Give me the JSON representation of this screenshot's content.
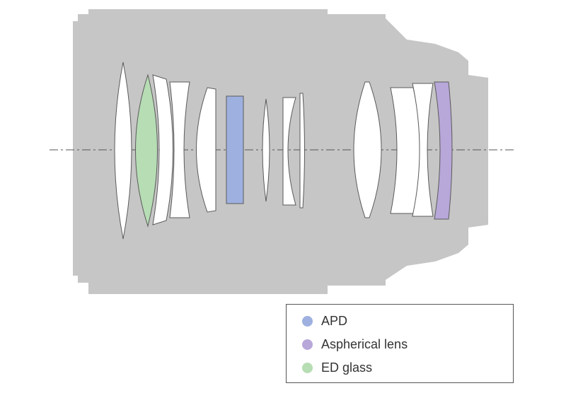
{
  "colors": {
    "barrel": "#c6c6c6",
    "element_fill": "#ffffff",
    "element_stroke": "#5a5a5a",
    "axis": "#555555",
    "apd": "#9eb0e0",
    "aspherical": "#b8a7d9",
    "ed_glass": "#b6ddb4"
  },
  "legend": {
    "items": [
      {
        "key": "apd",
        "label": "APD",
        "color": "#9eb0e0"
      },
      {
        "key": "aspherical",
        "label": "Aspherical lens",
        "color": "#b8a7d9"
      },
      {
        "key": "ed_glass",
        "label": "ED glass",
        "color": "#b6ddb4"
      }
    ]
  }
}
